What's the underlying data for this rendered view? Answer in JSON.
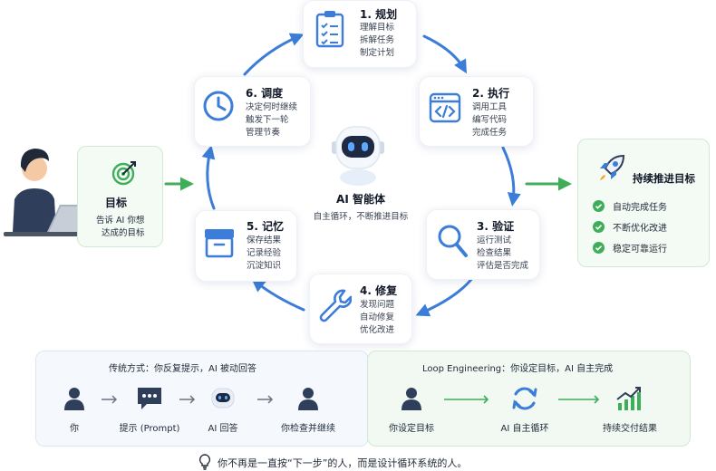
{
  "steps": [
    {
      "title": "1. 规划",
      "lines": [
        "理解目标",
        "拆解任务",
        "制定计划"
      ],
      "icon": "clipboard-checklist-icon"
    },
    {
      "title": "2. 执行",
      "lines": [
        "调用工具",
        "编写代码",
        "完成任务"
      ],
      "icon": "code-window-icon"
    },
    {
      "title": "3. 验证",
      "lines": [
        "运行测试",
        "检查结果",
        "评估是否完成"
      ],
      "icon": "magnifier-icon"
    },
    {
      "title": "4. 修复",
      "lines": [
        "发现问题",
        "自动修复",
        "优化改进"
      ],
      "icon": "wrench-icon"
    },
    {
      "title": "5. 记忆",
      "lines": [
        "保存结果",
        "记录经验",
        "沉淀知识"
      ],
      "icon": "archive-box-icon"
    },
    {
      "title": "6. 调度",
      "lines": [
        "决定何时继续",
        "触发下一轮",
        "管理节奏"
      ],
      "icon": "clock-icon"
    }
  ],
  "center": {
    "title": "AI 智能体",
    "subtitle": "自主循环，不断推进目标",
    "icon": "robot-icon"
  },
  "goal": {
    "title": "目标",
    "lines": [
      "告诉 AI 你想",
      "达成的目标"
    ],
    "icon": "target-icon"
  },
  "result": {
    "title": "持续推进目标",
    "icon": "rocket-icon",
    "items": [
      "自动完成任务",
      "不断优化改进",
      "稳定可靠运行"
    ]
  },
  "traditional": {
    "heading": "传统方式：你反复提示，AI 被动回答",
    "steps": [
      "你",
      "提示 (Prompt)",
      "AI 回答",
      "你检查并继续"
    ]
  },
  "loop_engineering": {
    "heading": "Loop Engineering：你设定目标，AI 自主完成",
    "steps": [
      "你设定目标",
      "AI 自主循环",
      "持续交付结果"
    ]
  },
  "footer": {
    "text": "你不再是一直按“下一步”的人，而是设计循环系统的人。",
    "icon": "lightbulb-icon"
  },
  "colors": {
    "blue": "#3b7dd8",
    "green": "#3fae5a",
    "dark": "#1f2937"
  }
}
